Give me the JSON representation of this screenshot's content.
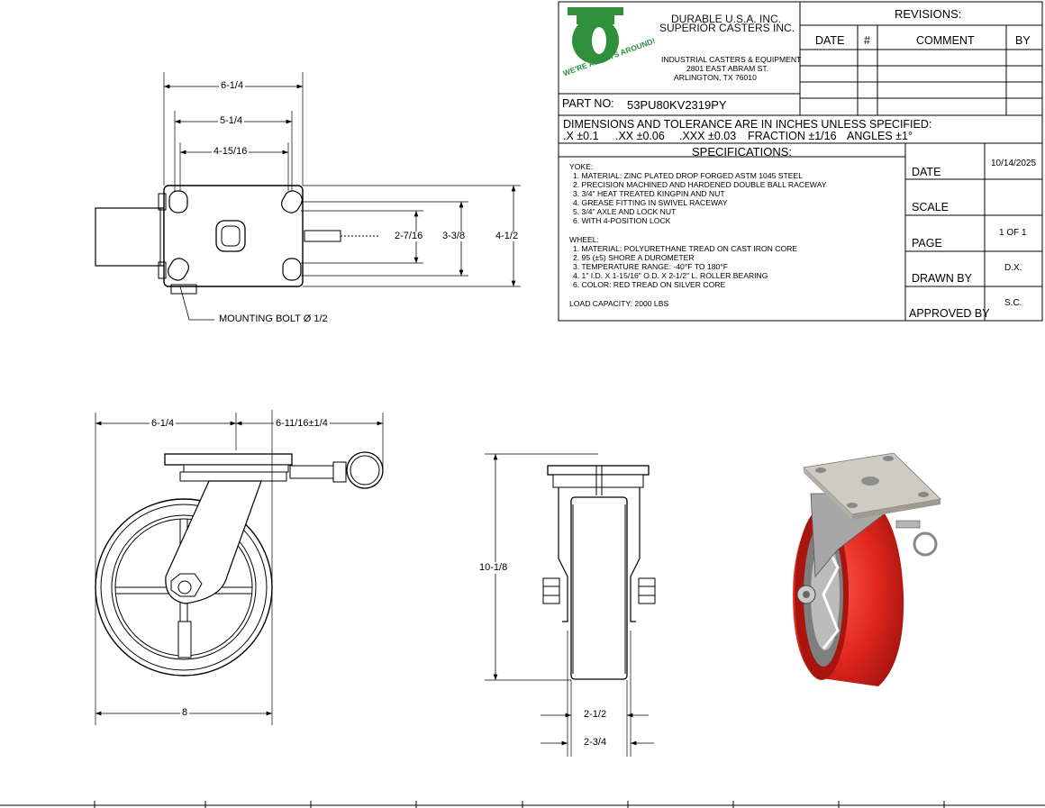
{
  "title_block": {
    "company_line1": "DURABLE U.S.A. INC.",
    "company_line2": "SUPERIOR CASTERS INC.",
    "logo_slogan": "WE'RE ALWAYS AROUND!",
    "address_line1": "INDUSTRIAL CASTERS & EQUIPMENT",
    "address_line2": "2801 EAST ABRAM ST.",
    "address_line3": "ARLINGTON, TX 76010",
    "part_no_label": "PART NO:",
    "part_no_value": "53PU80KV2319PY",
    "revisions_title": "REVISIONS:",
    "rev_col_date": "DATE",
    "rev_col_num": "#",
    "rev_col_comment": "COMMENT",
    "rev_col_by": "BY",
    "tolerance_line1": "DIMENSIONS AND TOLERANCE ARE IN INCHES UNLESS SPECIFIED:",
    "tolerance_x": ".X  ±0.1",
    "tolerance_xx": ".XX  ±0.06",
    "tolerance_xxx": ".XXX  ±0.03",
    "tolerance_fraction": "FRACTION  ±1/16",
    "tolerance_angles": "ANGLES  ±1°",
    "specs_title": "SPECIFICATIONS:",
    "yoke_heading": "YOKE:",
    "yoke_items": [
      "1. MATERIAL: ZINC PLATED DROP FORGED ASTM 1045 STEEL",
      "2. PRECISION MACHINED AND HARDENED DOUBLE BALL RACEWAY",
      "3. 3/4\" HEAT TREATED KINGPIN AND NUT",
      "4. GREASE FITTING IN SWIVEL RACEWAY",
      "5. 3/4\" AXLE AND LOCK NUT",
      "6. WITH 4-POSITION LOCK"
    ],
    "wheel_heading": "WHEEL:",
    "wheel_items": [
      "1. MATERIAL: POLYURETHANE TREAD ON CAST IRON CORE",
      "2. 95 (±5) SHORE A DUROMETER",
      "3. TEMPERATURE RANGE: -40°F TO 180°F",
      "4. 1\" I.D. X 1-15/16\" O.D. X 2-1/2\" L. ROLLER BEARING",
      "6. COLOR: RED TREAD ON SILVER CORE"
    ],
    "load_capacity": "LOAD CAPACITY: 2000 LBS",
    "date_label": "DATE",
    "date_value": "10/14/2025",
    "scale_label": "SCALE",
    "scale_value": "",
    "page_label": "PAGE",
    "page_value": "1 OF 1",
    "drawn_label": "DRAWN BY",
    "drawn_value": "D.X.",
    "approved_label": "APPROVED BY",
    "approved_value": "S.C."
  },
  "top_view": {
    "dim_overall_width": "6-1/4",
    "dim_hole_spacing_outer": "5-1/4",
    "dim_hole_spacing_inner": "4-15/16",
    "dim_hole_span_small": "2-7/16",
    "dim_hole_span_large": "3-3/8",
    "dim_plate_depth": "4-1/2",
    "mounting_bolt_label": "MOUNTING BOLT Ø 1/2"
  },
  "side_view": {
    "dim_plate": "6-1/4",
    "dim_offset": "6-11/16±1/4",
    "dim_wheel_diameter": "8"
  },
  "front_view": {
    "dim_height": "10-1/8",
    "dim_tread_width": "2-1/2",
    "dim_hub_width": "2-3/4"
  },
  "colors": {
    "line": "#000000",
    "logo_green": "#2f8f3a",
    "tread_red": "#e0261e",
    "tread_dark_red": "#a8150f",
    "core_silver": "#b9b9b9",
    "plate_steel": "#cfcac2"
  }
}
